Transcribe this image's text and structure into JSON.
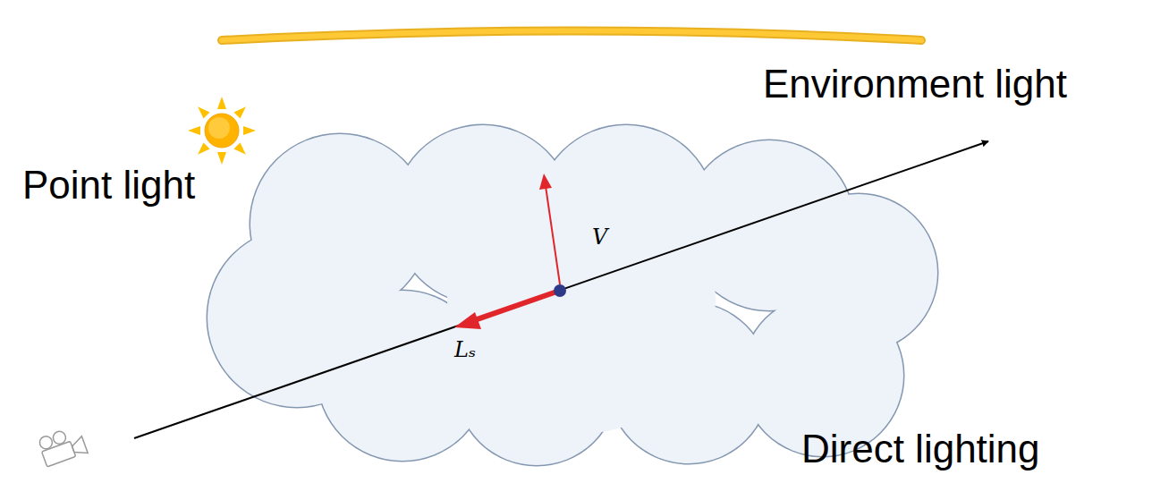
{
  "diagram": {
    "labels": [
      "Environment light",
      "Point light",
      "V",
      "Lₛ",
      "Direct lighting"
    ]
  }
}
